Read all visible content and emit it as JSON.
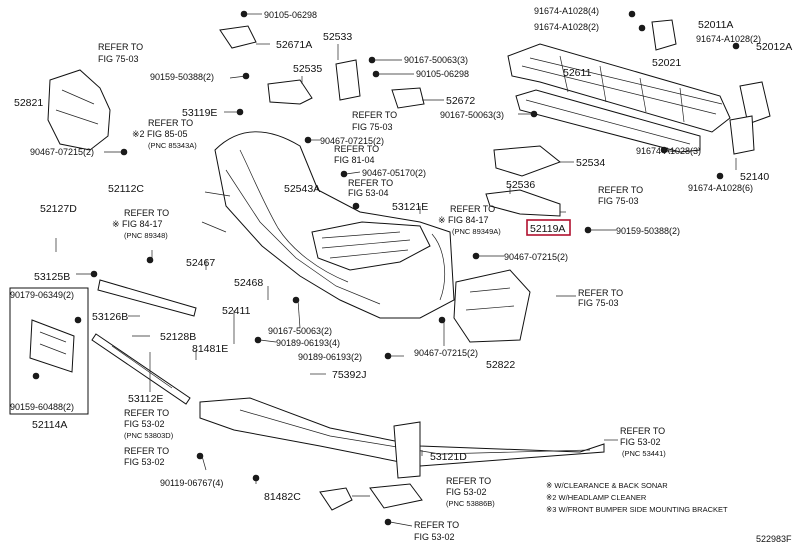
{
  "part_labels": {
    "p52671A": "52671A",
    "p52533": "52533",
    "p52535": "52535",
    "p52821": "52821",
    "p53119E": "53119E",
    "p52672": "52672",
    "p52611": "52611",
    "p52021": "52021",
    "p52011A": "52011A",
    "p52012A": "52012A",
    "p52534": "52534",
    "p52140": "52140",
    "p52112C": "52112C",
    "p52543A": "52543A",
    "p52536": "52536",
    "p52127D": "52127D",
    "p53121E": "53121E",
    "p52119A": "52119A",
    "p52467": "52467",
    "p53125B": "53125B",
    "p52468": "52468",
    "p53126B": "53126B",
    "p52128B": "52128B",
    "p52411": "52411",
    "p81481E": "81481E",
    "p52822": "52822",
    "p75392J": "75392J",
    "p53112E": "53112E",
    "p52114A": "52114A",
    "p53121D": "53121D",
    "p81482C": "81482C"
  },
  "bolt_labels": {
    "b90105_06298a": "90105-06298",
    "b91674_A1028_4": "91674-A1028(4)",
    "b91674_A1028_2": "91674-A1028(2)",
    "b91674_A1028_2b": "91674-A1028(2)",
    "b90167_50063_3a": "90167-50063(3)",
    "b90105_06298b": "90105-06298",
    "b90159_50388_2a": "90159-50388(2)",
    "b90167_50063_3b": "90167-50063(3)",
    "b90467_07215_2a": "90467-07215(2)",
    "b90467_07215_2b": "90467-07215(2)",
    "b91674_A1028_3": "91674-A1028(3)",
    "b91674_A1028_6": "91674-A1028(6)",
    "b90467_05170_2": "90467-05170(2)",
    "b90159_50388_2b": "90159-50388(2)",
    "b90467_07215_2c": "90467-07215(2)",
    "b90179_06349_2": "90179-06349(2)",
    "b90167_50063_2": "90167-50063(2)",
    "b90189_06193_4": "90189-06193(4)",
    "b90467_07215_2d": "90467-07215(2)",
    "b90189_06193_2": "90189-06193(2)",
    "b90159_60488_2": "90159-60488(2)",
    "b90119_06767_4": "90119-06767(4)"
  },
  "refer_notes": {
    "r_fig75_03_a": {
      "line1": "REFER TO",
      "line2": "FIG 75-03"
    },
    "r_fig85_05": {
      "line1": "REFER TO",
      "line2": "※2 FIG 85-05",
      "line3": "(PNC 85343A)"
    },
    "r_fig75_03_b": {
      "line1": "REFER TO",
      "line2": "FIG 75-03"
    },
    "r_fig81_04": {
      "line1": "REFER TO",
      "line2": "FIG 81-04"
    },
    "r_fig53_04": {
      "line1": "REFER TO",
      "line2": "FIG 53-04"
    },
    "r_fig84_17_a": {
      "line1": "REFER TO",
      "line2": "※ FIG 84-17",
      "line3": "(PNC 89348)"
    },
    "r_fig84_17_b": {
      "line1": "REFER TO",
      "line2": "※ FIG 84-17",
      "line3": "(PNC 89349A)"
    },
    "r_fig75_03_c": {
      "line1": "REFER TO",
      "line2": "FIG 75-03"
    },
    "r_fig75_03_d": {
      "line1": "REFER TO",
      "line2": "FIG 75-03"
    },
    "r_fig53_02_a": {
      "line1": "REFER TO",
      "line2": "FIG 53-02",
      "line3": "(PNC 53803D)"
    },
    "r_fig53_02_b": {
      "line1": "REFER TO",
      "line2": "FIG 53-02"
    },
    "r_fig53_02_c": {
      "line1": "REFER TO",
      "line2": "FIG 53-02",
      "line3": "(PNC 53441)"
    },
    "r_fig53_02_d": {
      "line1": "REFER TO",
      "line2": "FIG 53-02",
      "line3": "(PNC 53886B)"
    },
    "r_fig53_02_e": {
      "line1": "REFER TO",
      "line2": "FIG 53-02"
    }
  },
  "legend": {
    "line1": "※  W/CLEARANCE & BACK SONAR",
    "line2": "※2 W/HEADLAMP CLEANER",
    "line3": "※3 W/FRONT BUMPER SIDE MOUNTING BRACKET"
  },
  "diagram_code": "522983F",
  "colors": {
    "line": "#222222",
    "highlight": "#b0102f",
    "background": "#ffffff"
  }
}
